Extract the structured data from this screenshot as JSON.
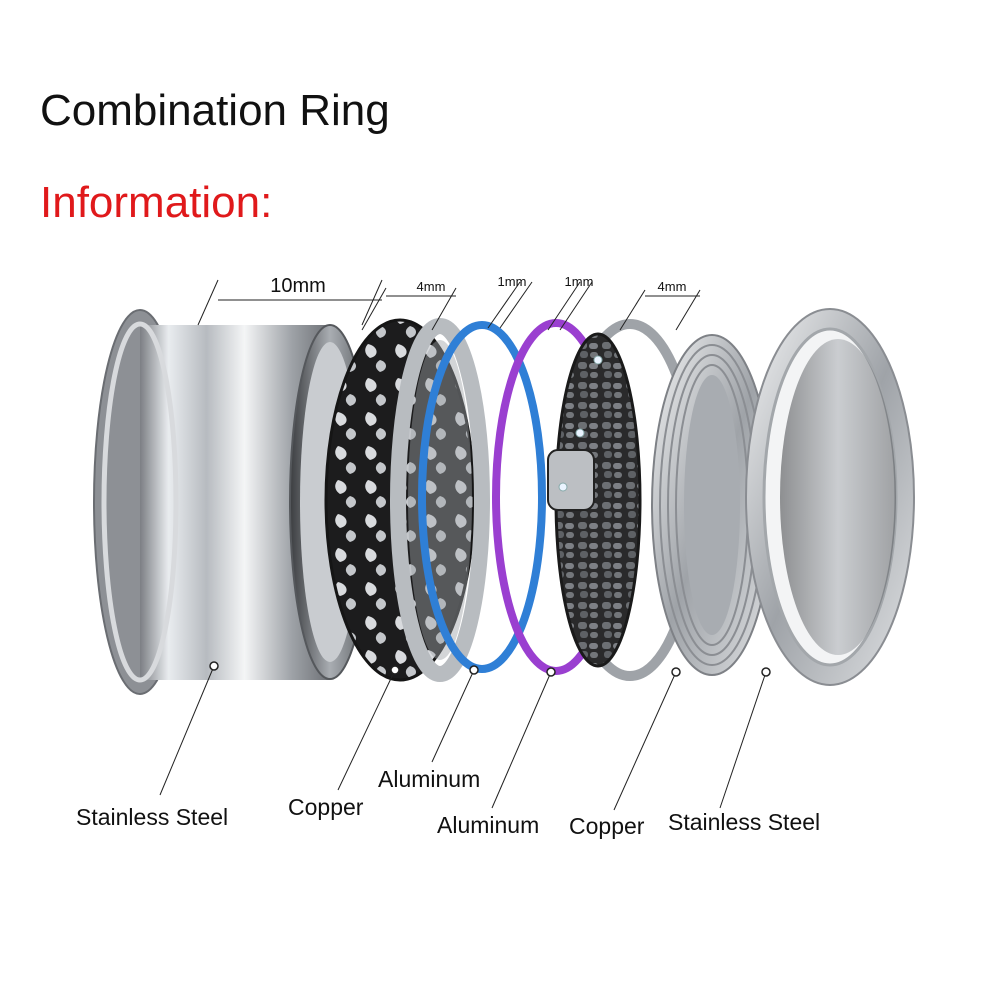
{
  "title": "Combination Ring",
  "subtitle": "Information:",
  "colors": {
    "title": "#111111",
    "subtitle": "#e0191b",
    "aluminum_blue": "#2f7fd6",
    "aluminum_purple": "#9a3fd0",
    "steel": "#c8cbcf",
    "copper_band": "#2a2a2a"
  },
  "dimensions": {
    "d1": "10mm",
    "d2": "4mm",
    "d3": "1mm",
    "d4": "1mm",
    "d5": "4mm"
  },
  "materials": {
    "m1": "Stainless Steel",
    "m2": "Copper",
    "m3": "Aluminum",
    "m4": "Aluminum",
    "m5": "Copper",
    "m6": "Stainless Steel"
  },
  "icons": [
    "ring-component"
  ]
}
